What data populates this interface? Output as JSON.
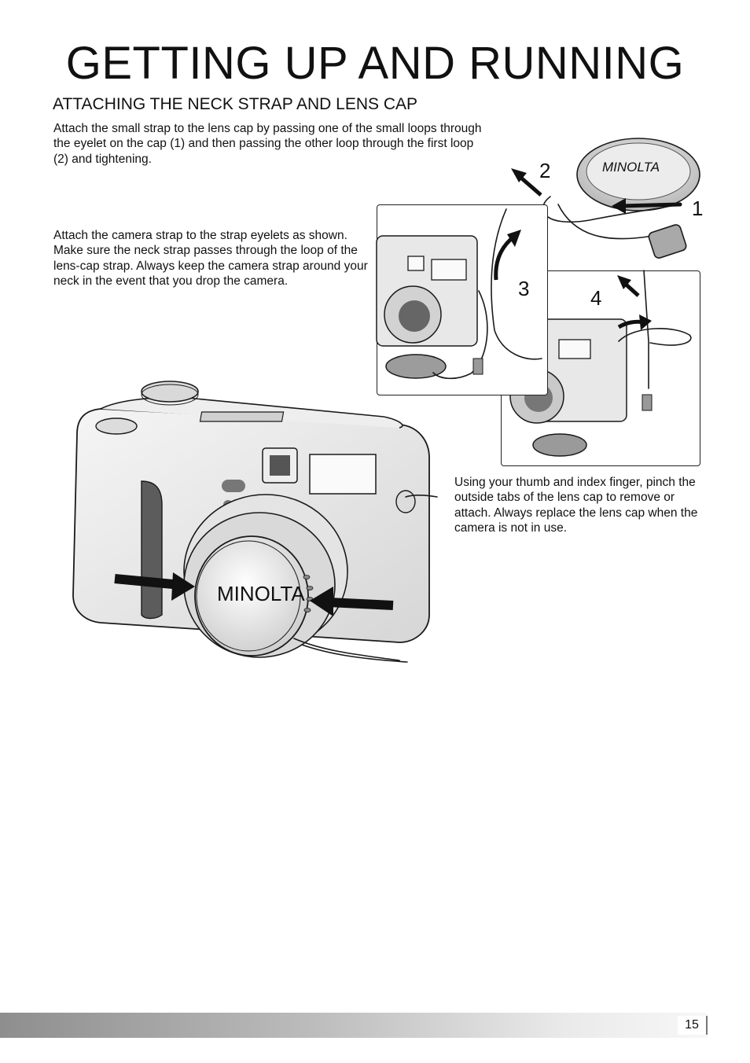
{
  "page": {
    "title": "GETTING UP AND RUNNING",
    "subtitle": "ATTACHING THE NECK STRAP AND LENS CAP",
    "page_number": "15"
  },
  "paragraphs": {
    "lens_cap_strap": "Attach the small strap to the lens cap by passing one of the small loops through the eyelet on the cap (1) and then passing the other loop through the first loop (2) and tightening.",
    "camera_strap": "Attach the camera strap to the strap eyelets as shown. Make sure the neck strap passes through the loop of the lens-cap strap. Always keep the camera strap around your neck in the event that you drop the camera.",
    "remove_cap": "Using your thumb and index finger, pinch the outside tabs of the lens cap to remove or attach. Always replace the lens cap when the camera is not in use."
  },
  "illustrations": {
    "callouts": [
      "1",
      "2",
      "3",
      "4"
    ],
    "brand_text": "MINOLTA"
  }
}
